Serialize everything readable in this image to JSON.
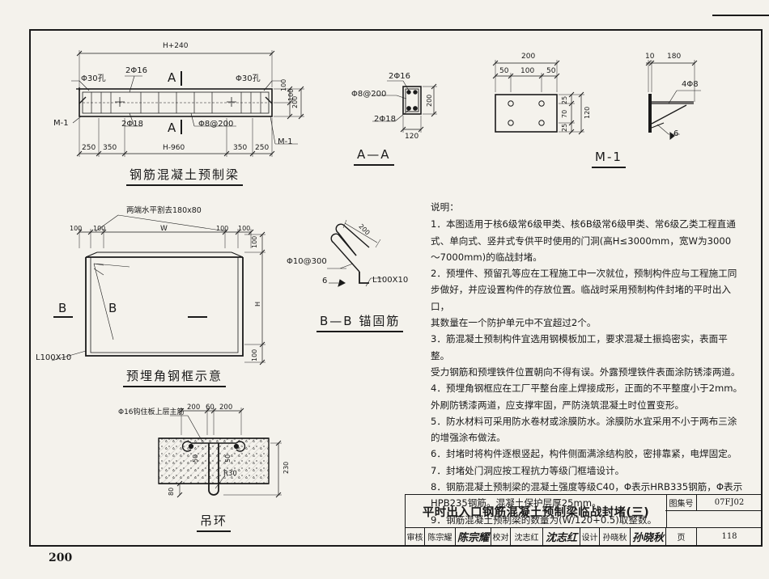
{
  "sheet": {
    "page_number": "200"
  },
  "beam": {
    "title": "钢筋混凝土预制梁",
    "top_dim": "H+240",
    "hole_left": "Φ30孔",
    "hole_right": "Φ30孔",
    "top_bar": "2Φ16",
    "bottom_bar": "2Φ18",
    "stirrup": "Φ8@200",
    "section_mark_top": "A",
    "section_mark_bottom": "A",
    "plate_left": "M-1",
    "plate_right": "M-1",
    "dims": [
      "250",
      "350",
      "H-960",
      "350",
      "250"
    ],
    "dim_100a": "100",
    "dim_100b": "100",
    "dim_200": "200"
  },
  "section_aa": {
    "title": "A—A",
    "top_bar": "2Φ16",
    "stirrup": "Φ8@200",
    "bottom_bar": "2Φ18",
    "dim_200": "200",
    "dim_120": "120"
  },
  "m1": {
    "title": "M-1",
    "dim_200": "200",
    "dim_50a": "50",
    "dim_100": "100",
    "dim_50b": "50",
    "dim_25a": "25",
    "dim_70": "70",
    "dim_25b": "25",
    "dim_120": "120",
    "dim_10": "10",
    "dim_180": "180",
    "bar": "4Φ8",
    "weld": "6"
  },
  "frame_fig": {
    "title": "预埋角钢框示意",
    "note": "两端水平割去180x80",
    "dim_100a": "100",
    "dim_100b": "100",
    "dim_w": "W",
    "dim_100c": "100",
    "dim_100d": "100",
    "dim_100_right_top": "100",
    "dim_h": "H",
    "dim_100_right_bottom": "100",
    "section_left": "B",
    "section_right": "B",
    "angle": "L100X10"
  },
  "anchor": {
    "title": "B—B 锚固筋",
    "dim_200": "200",
    "bar": "Φ10@300",
    "weld": "6",
    "angle": "L100X10"
  },
  "ring": {
    "title": "吊环",
    "note": "Φ16钩住板上层主筋",
    "dim_200a": "200",
    "dim_60": "60",
    "dim_200b": "200",
    "dim_50a": "50",
    "dim_50b": "50",
    "dim_r30": "R30",
    "dim_230": "230",
    "dim_80": "80"
  },
  "notes": {
    "heading": "说明：",
    "items": [
      "1．本图适用于核6级常6级甲类、核6B级常6级甲类、常6级乙类工程直通",
      "式、单向式、竖井式专供平时使用的门洞(高H≤3000mm，宽W为3000",
      "～7000mm)的临战封堵。",
      "2．预埋件、预留孔等应在工程施工中一次就位，预制构件应与工程施工同",
      "步做好，并应设置构件的存放位置。临战时采用预制构件封堵的平时出入口，",
      "其数量在一个防护单元中不宜超过2个。",
      "3．筋混凝土预制构件宜选用钢模板加工，要求混凝土振捣密实，表面平整。",
      "受力钢筋和预埋铁件位置朝向不得有误。外露预埋铁件表面涂防锈漆两道。",
      "4．预埋角钢框应在工厂平整台座上焊接成形，正面的不平整度小于2mm。",
      "外刷防锈漆两道，应支撑牢固，严防浇筑混凝土时位置变形。",
      "5．防水材料可采用防水卷材或涂膜防水。涂膜防水宜采用不小于两布三涂",
      "的增强涂布做法。",
      "6．封堵时将构件逐根竖起，构件侧面满涂结构胶，密排靠紧，电焊固定。",
      "7．封堵处门洞应按工程抗力等级门框墙设计。",
      "8．钢筋混凝土预制梁的混凝土强度等级C40，Φ表示HRB335钢筋，Φ表示",
      "HPB235钢筋。混凝土保护层厚25mm。",
      "9．钢筋混凝土预制梁的数量为(W/120+0.5)取整数。"
    ]
  },
  "title_block": {
    "title": "平时出入口钢筋混凝土预制梁临战封堵(三)",
    "atlas_label": "图集号",
    "atlas_no": "07FJ02",
    "page_label": "页",
    "page_no": "118",
    "review_label": "审核",
    "review_name": "陈宗耀",
    "review_sign": "陈宗耀",
    "check_label": "校对",
    "check_name": "沈志红",
    "check_sign": "沈志红",
    "design_label": "设计",
    "design_name": "孙晓秋",
    "design_sign": "孙晓秋"
  }
}
